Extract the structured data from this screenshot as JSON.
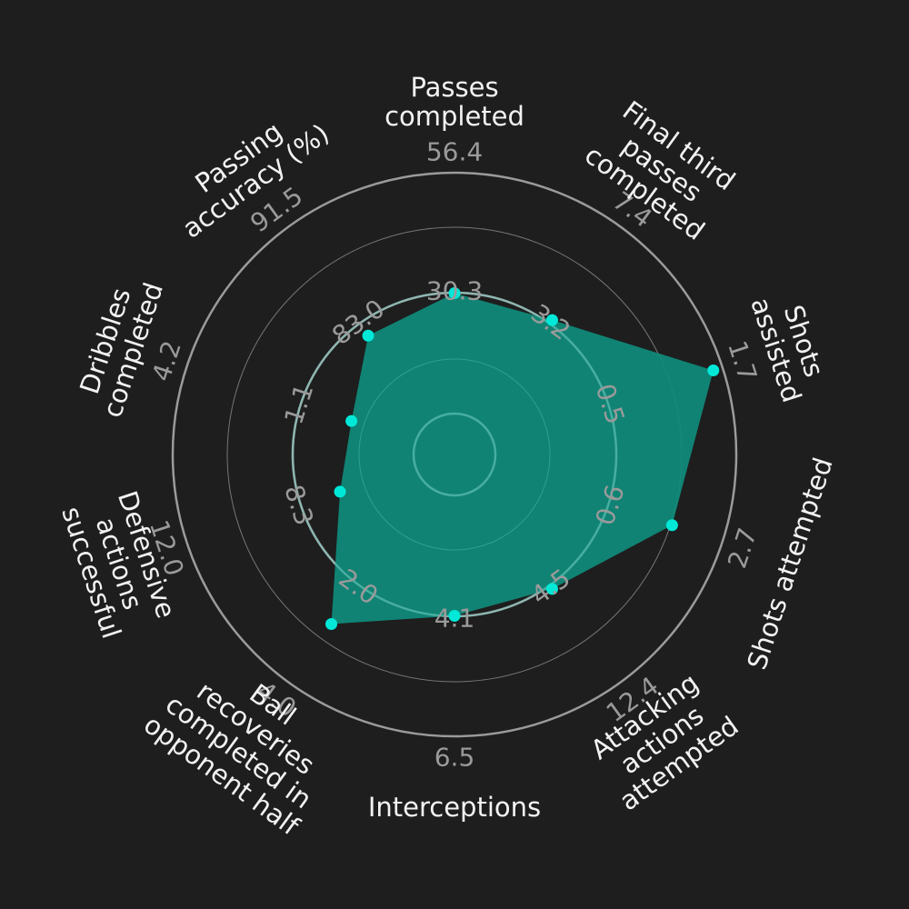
{
  "chart_data": {
    "type": "radar",
    "params": [
      {
        "label": "Passes\ncompleted",
        "inner_tick": "30.3",
        "outer_tick": "56.4",
        "value": 0.5
      },
      {
        "label": "Final third\npasses\ncompleted",
        "inner_tick": "3.2",
        "outer_tick": "7.4",
        "value": 0.52
      },
      {
        "label": "Shots\nassisted",
        "inner_tick": "0.5",
        "outer_tick": "1.7",
        "value": 0.96
      },
      {
        "label": "Shots attempted",
        "inner_tick": "0.6",
        "outer_tick": "2.7",
        "value": 0.78
      },
      {
        "label": "Attacking\nactions\nattempted",
        "inner_tick": "4.5",
        "outer_tick": "12.4",
        "value": 0.52
      },
      {
        "label": "Interceptions",
        "inner_tick": "4.1",
        "outer_tick": "6.5",
        "value": 0.5
      },
      {
        "label": "Ball\nrecoveries\ncompleted in\nopponent half",
        "inner_tick": "2.0",
        "outer_tick": "4.0",
        "value": 0.7
      },
      {
        "label": "Defensive\nactions\nsuccessful",
        "inner_tick": "8.3",
        "outer_tick": "12.0",
        "value": 0.33
      },
      {
        "label": "Dribbles\ncompleted",
        "inner_tick": "1.1",
        "outer_tick": "4.2",
        "value": 0.28
      },
      {
        "label": "Passing\naccuracy (%)",
        "inner_tick": "83.0",
        "outer_tick": "91.5",
        "value": 0.44
      }
    ],
    "colors": {
      "background": "#1e1e1e",
      "fill": "#0f8c7c",
      "point": "#00e8d8",
      "ring": "#9b9b9b",
      "label": "#f2f2f2",
      "tick": "#9a9a9a"
    }
  }
}
